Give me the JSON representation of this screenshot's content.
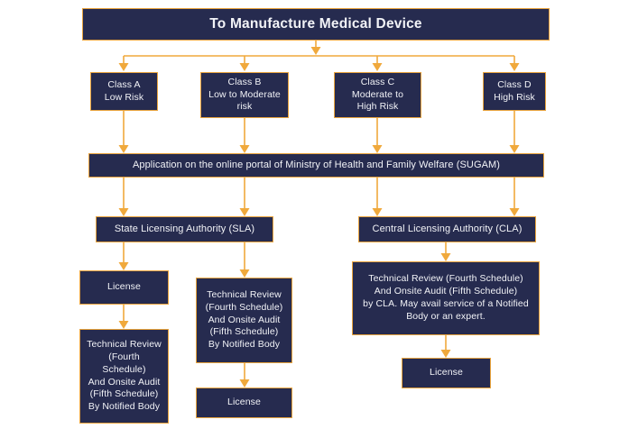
{
  "diagram": {
    "title_node": {
      "label": "To Manufacture Medical Device"
    },
    "classes": [
      {
        "label": "Class A\nLow Risk"
      },
      {
        "label": "Class B\nLow to Moderate\nrisk"
      },
      {
        "label": "Class C\nModerate to\nHigh Risk"
      },
      {
        "label": "Class D\nHigh Risk"
      }
    ],
    "application_bar": {
      "label": "Application on the online portal of Ministry of Health and Family Welfare (SUGAM)"
    },
    "authorities": [
      {
        "label": "State Licensing Authority (SLA)"
      },
      {
        "label": "Central Licensing Authority (CLA)"
      }
    ],
    "sla_branch": {
      "license_first": "License",
      "technical_review_after_license": "Technical Review\n(Fourth Schedule)\nAnd Onsite Audit\n(Fifth Schedule)\nBy Notified Body",
      "technical_review_first": "Technical Review\n(Fourth Schedule)\nAnd Onsite Audit\n(Fifth Schedule)\nBy Notified Body",
      "license_after_review": "License"
    },
    "cla_branch": {
      "technical_review": "Technical Review (Fourth Schedule)\nAnd Onsite Audit (Fifth Schedule)\nby CLA. May avail service of a Notified\nBody or an expert.",
      "license": "License"
    },
    "colors": {
      "node_fill": "#262b4f",
      "node_border": "#e8a33d",
      "connector": "#f0a93c",
      "text": "#f2f3f7",
      "background": "#ffffff"
    }
  }
}
